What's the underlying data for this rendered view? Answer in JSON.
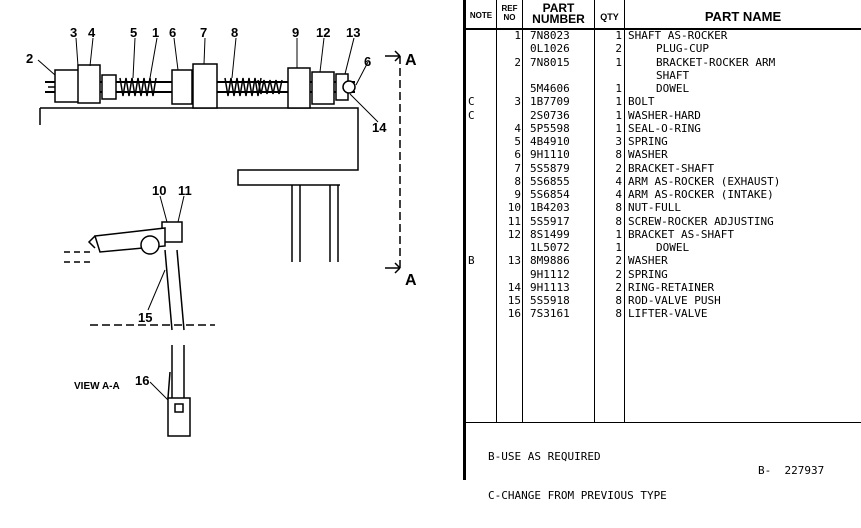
{
  "drawing": {
    "callouts": [
      "2",
      "3",
      "4",
      "5",
      "1",
      "6",
      "7",
      "8",
      "9",
      "12",
      "13",
      "6",
      "14",
      "10",
      "11",
      "15",
      "16"
    ],
    "section_marker": "A",
    "view_label": "VIEW A-A"
  },
  "table": {
    "headers": {
      "note": "NOTE",
      "ref_no_1": "REF",
      "ref_no_2": "NO",
      "part_number_1": "PART",
      "part_number_2": "NUMBER",
      "qty": "QTY",
      "part_name": "PART NAME"
    },
    "rows": [
      {
        "note": "",
        "ref": "1",
        "pn": "7N8023",
        "qty": "1",
        "name": "SHAFT AS-ROCKER",
        "indent": false
      },
      {
        "note": "",
        "ref": "",
        "pn": "0L1026",
        "qty": "2",
        "name": "PLUG-CUP",
        "indent": true
      },
      {
        "note": "",
        "ref": "2",
        "pn": "7N8015",
        "qty": "1",
        "name": "BRACKET-ROCKER ARM",
        "indent": true
      },
      {
        "note": "",
        "ref": "",
        "pn": "",
        "qty": "",
        "name": "SHAFT",
        "indent": true
      },
      {
        "note": "",
        "ref": "",
        "pn": "5M4606",
        "qty": "1",
        "name": "DOWEL",
        "indent": true
      },
      {
        "note": "C",
        "ref": "3",
        "pn": "1B7709",
        "qty": "1",
        "name": "BOLT",
        "indent": false
      },
      {
        "note": "C",
        "ref": "",
        "pn": "2S0736",
        "qty": "1",
        "name": "WASHER-HARD",
        "indent": false
      },
      {
        "note": "",
        "ref": "4",
        "pn": "5P5598",
        "qty": "1",
        "name": "SEAL-O-RING",
        "indent": false
      },
      {
        "note": "",
        "ref": "5",
        "pn": "4B4910",
        "qty": "3",
        "name": "SPRING",
        "indent": false
      },
      {
        "note": "",
        "ref": "6",
        "pn": "9H1110",
        "qty": "8",
        "name": "WASHER",
        "indent": false
      },
      {
        "note": "",
        "ref": "7",
        "pn": "5S5879",
        "qty": "2",
        "name": "BRACKET-SHAFT",
        "indent": false
      },
      {
        "note": "",
        "ref": "8",
        "pn": "5S6855",
        "qty": "4",
        "name": "ARM AS-ROCKER (EXHAUST)",
        "indent": false
      },
      {
        "note": "",
        "ref": "9",
        "pn": "5S6854",
        "qty": "4",
        "name": "ARM AS-ROCKER (INTAKE)",
        "indent": false
      },
      {
        "note": "",
        "ref": "10",
        "pn": "1B4203",
        "qty": "8",
        "name": "NUT-FULL",
        "indent": false
      },
      {
        "note": "",
        "ref": "11",
        "pn": "5S5917",
        "qty": "8",
        "name": "SCREW-ROCKER ADJUSTING",
        "indent": false
      },
      {
        "note": "",
        "ref": "12",
        "pn": "8S1499",
        "qty": "1",
        "name": "BRACKET AS-SHAFT",
        "indent": false
      },
      {
        "note": "",
        "ref": "",
        "pn": "1L5072",
        "qty": "1",
        "name": "DOWEL",
        "indent": true
      },
      {
        "note": "B",
        "ref": "13",
        "pn": "8M9886",
        "qty": "2",
        "name": "WASHER",
        "indent": false
      },
      {
        "note": "",
        "ref": "",
        "pn": "9H1112",
        "qty": "2",
        "name": "SPRING",
        "indent": false
      },
      {
        "note": "",
        "ref": "14",
        "pn": "9H1113",
        "qty": "2",
        "name": "RING-RETAINER",
        "indent": false
      },
      {
        "note": "",
        "ref": "15",
        "pn": "5S5918",
        "qty": "8",
        "name": "ROD-VALVE PUSH",
        "indent": false
      },
      {
        "note": "",
        "ref": "16",
        "pn": "7S3161",
        "qty": "8",
        "name": "LIFTER-VALVE",
        "indent": false
      }
    ],
    "notes": [
      "B-USE AS REQUIRED",
      "C-CHANGE FROM PREVIOUS TYPE"
    ],
    "drawing_code": "B-  227937"
  }
}
